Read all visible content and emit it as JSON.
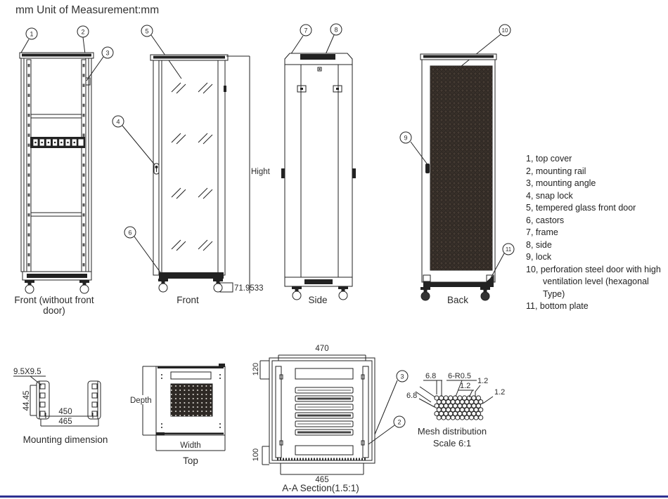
{
  "title": "mm Unit of Measurement:mm",
  "callouts": {
    "c1": "1",
    "c2": "2",
    "c3": "3",
    "c4": "4",
    "c5": "5",
    "c6": "6",
    "c7": "7",
    "c8": "8",
    "c9": "9",
    "c10": "10",
    "c11": "11"
  },
  "views": {
    "front_open": {
      "label": "Front (without front door)"
    },
    "front": {
      "label": "Front",
      "height_label": "Hight",
      "base_dim": "71.9533"
    },
    "side": {
      "label": "Side"
    },
    "back": {
      "label": "Back"
    },
    "mounting": {
      "label": "Mounting dimension",
      "hole_dim": "9.5X9.5",
      "row_dim": "44.45",
      "inner_dim": "450",
      "outer_dim": "465"
    },
    "top": {
      "label": "Top",
      "depth_label": "Depth",
      "width_label": "Width"
    },
    "section": {
      "label": "A-A Section(1.5:1)",
      "top_dim": "470",
      "bottom_dim": "465",
      "upper_dim": "120",
      "lower_dim": "100"
    },
    "mesh": {
      "label": "Mesh distribution",
      "scale_label": "Scale 6:1",
      "pitch_top": "6.8",
      "radius": "6-R0.5",
      "gap_a": "1.2",
      "gap_b": "1.2",
      "gap_c": "1.2",
      "pitch_side": "6.8"
    }
  },
  "parts_list": {
    "items": [
      "1, top cover",
      "2, mounting rail",
      "3, mounting angle",
      "4, snap lock",
      "5, tempered glass front door",
      "6, castors",
      "7, frame",
      "8, side",
      "9, lock",
      "10, perforation steel door with high",
      "ventilation level (hexagonal Type)",
      "11, bottom plate"
    ]
  }
}
